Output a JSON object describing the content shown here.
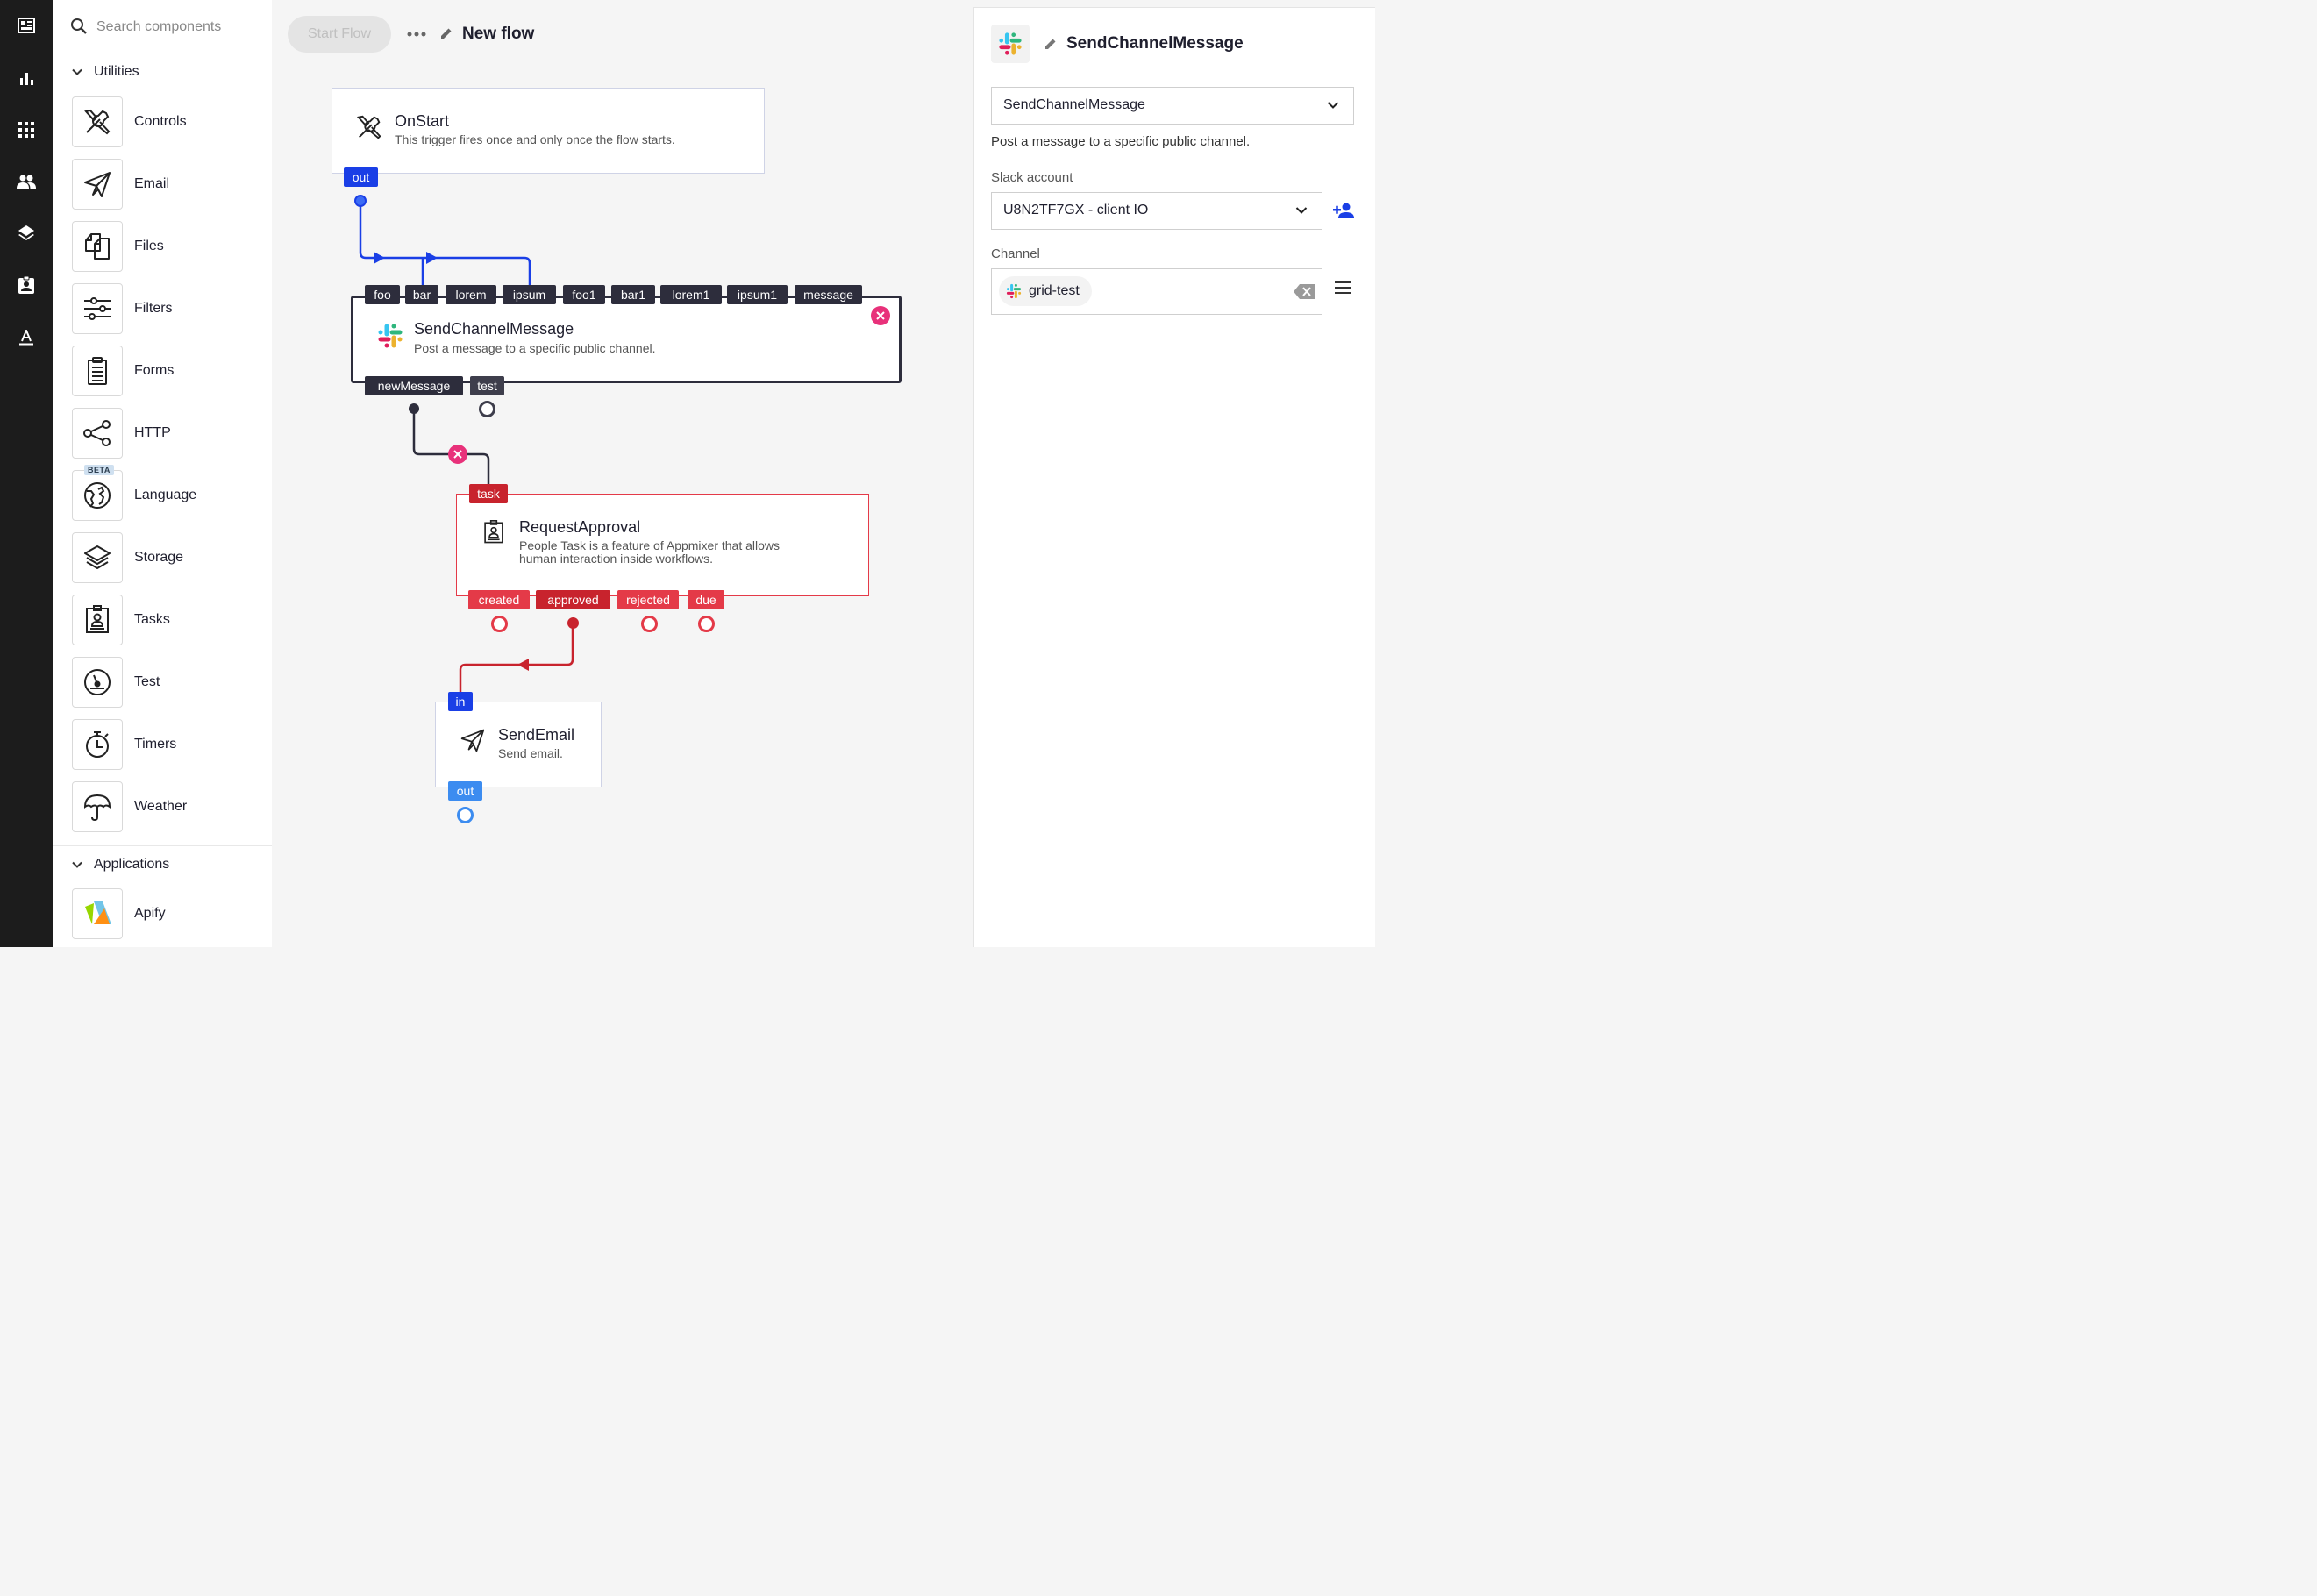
{
  "search": {
    "placeholder": "Search components"
  },
  "sections": {
    "utilities": "Utilities",
    "applications": "Applications"
  },
  "components": {
    "controls": "Controls",
    "email": "Email",
    "files": "Files",
    "filters": "Filters",
    "forms": "Forms",
    "http": "HTTP",
    "language": "Language",
    "language_badge": "BETA",
    "storage": "Storage",
    "tasks": "Tasks",
    "test": "Test",
    "timers": "Timers",
    "weather": "Weather",
    "apify": "Apify"
  },
  "toolbar": {
    "start_label": "Start Flow",
    "flow_name": "New flow"
  },
  "nodes": {
    "onstart": {
      "title": "OnStart",
      "desc": "This trigger fires once and only once the flow starts.",
      "out": "out"
    },
    "sendchannel": {
      "title": "SendChannelMessage",
      "desc": "Post a message to a specific public channel.",
      "inputs": [
        "foo",
        "bar",
        "lorem",
        "ipsum",
        "foo1",
        "bar1",
        "lorem1",
        "ipsum1",
        "message"
      ],
      "outputs": [
        "newMessage",
        "test"
      ]
    },
    "request": {
      "title": "RequestApproval",
      "desc1": "People Task is a feature of Appmixer that allows",
      "desc2": "human interaction inside workflows.",
      "input": "task",
      "outputs": [
        "created",
        "approved",
        "rejected",
        "due"
      ]
    },
    "sendemail": {
      "title": "SendEmail",
      "desc": "Send email.",
      "input": "in",
      "out": "out"
    }
  },
  "inspector": {
    "title": "SendChannelMessage",
    "select_value": "SendChannelMessage",
    "description": "Post a message to a specific public channel.",
    "account_label": "Slack account",
    "account_value": "U8N2TF7GX - client IO",
    "channel_label": "Channel",
    "channel_chip": "grid-test"
  },
  "colors": {
    "accent": "#1a3fe6",
    "error": "#e43a48",
    "dark_node": "#2d2d3c",
    "pink_remove": "#e8317a"
  }
}
